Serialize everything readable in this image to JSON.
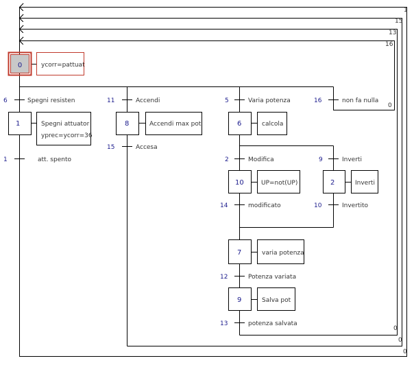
{
  "grafcet": {
    "initial_step": {
      "number": "0",
      "action": "ycorr=pattuat"
    },
    "steps": {
      "s1": {
        "number": "1",
        "action_line1": "Spegni attuator",
        "action_line2": "yprec=ycorr=36"
      },
      "s8": {
        "number": "8",
        "action": "Accendi max pot"
      },
      "s6": {
        "number": "6",
        "action": "calcola"
      },
      "s10": {
        "number": "10",
        "action": "UP=not(UP)"
      },
      "s2": {
        "number": "2",
        "action": "Inverti"
      },
      "s7": {
        "number": "7",
        "action": "varia potenza"
      },
      "s9": {
        "number": "9",
        "action": "Salva pot"
      }
    },
    "transitions": {
      "t6": {
        "number": "6",
        "label": "Spegni resisten"
      },
      "t11": {
        "number": "11",
        "label": "Accendi"
      },
      "t5": {
        "number": "5",
        "label": "Varia potenza"
      },
      "t16": {
        "number": "16",
        "label": "non fa nulla"
      },
      "t1": {
        "number": "1",
        "label": "att. spento"
      },
      "t15": {
        "number": "15",
        "label": "Accesa"
      },
      "t2": {
        "number": "2",
        "label": "Modifica"
      },
      "t9": {
        "number": "9",
        "label": "Inverti"
      },
      "t14": {
        "number": "14",
        "label": "modificato"
      },
      "t10": {
        "number": "10",
        "label": "Invertito"
      },
      "t12": {
        "number": "12",
        "label": "Potenza variata"
      },
      "t13": {
        "number": "13",
        "label": "potenza salvata"
      }
    },
    "return_loops": {
      "top": [
        "1",
        "15",
        "13",
        "16"
      ],
      "bottom": [
        "0",
        "0",
        "0",
        "0"
      ]
    },
    "colors": {
      "line": "#000000",
      "step_number": "#1a1a8c",
      "initial_border": "#c0392b",
      "initial_fill": "#c8c8c8",
      "action_border_initial": "#c0392b",
      "action_border": "#000000",
      "label_text": "#333333"
    }
  }
}
